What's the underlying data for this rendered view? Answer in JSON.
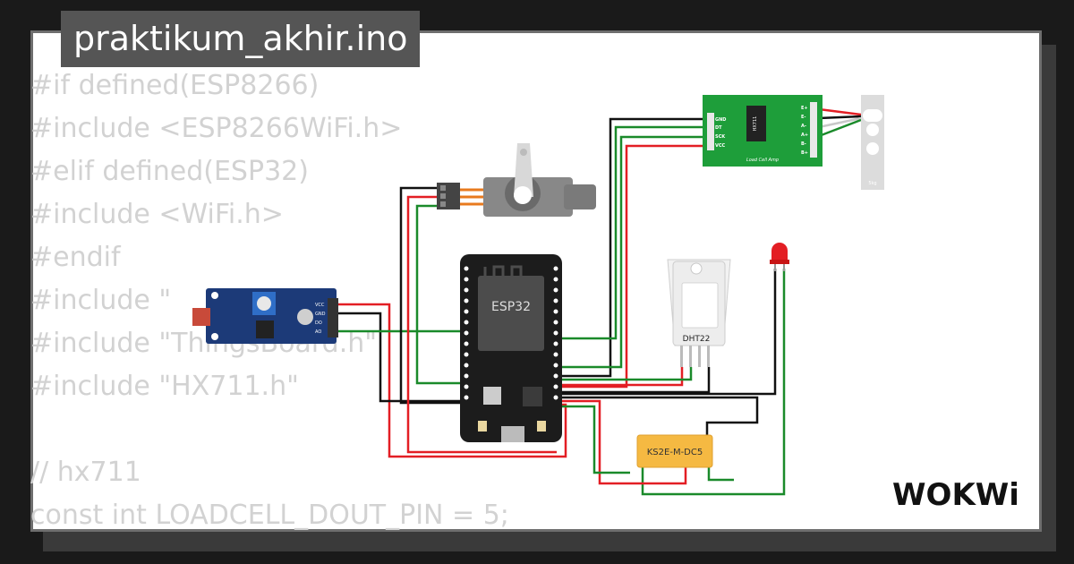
{
  "project": {
    "title": "praktikum_akhir.ino"
  },
  "code_lines": [
    "#if defined(ESP8266)",
    "#include <ESP8266WiFi.h>",
    "#elif defined(ESP32)",
    "#include <WiFi.h>",
    "#endif",
    "#include \"",
    "#include \"ThingsBoard.h\"",
    "#include \"HX711.h\"",
    "",
    "// hx711",
    "const int LOADCELL_DOUT_PIN = 5;"
  ],
  "components": {
    "esp32": {
      "label": "ESP32"
    },
    "hx711": {
      "label": "HX711",
      "sublabel": "Load Cell Amp",
      "pins_left": [
        "GND",
        "DT",
        "SCK",
        "VCC"
      ],
      "pins_right": [
        "E+",
        "E-",
        "A-",
        "A+",
        "B-",
        "B+"
      ]
    },
    "dht22": {
      "label": "DHT22"
    },
    "relay": {
      "label": "KS2E-M-DC5"
    },
    "ldr_module": {
      "pins": [
        "VCC",
        "GND",
        "DO",
        "AO"
      ]
    },
    "load_cell": {
      "label": "5kg"
    }
  },
  "brand": {
    "logo_text": "WOKWi"
  },
  "colors": {
    "wire_red": "#e31e24",
    "wire_black": "#111111",
    "wire_green": "#1a8a2a",
    "pcb_green": "#1e9e3a",
    "esp_board": "#1c1c1c",
    "relay_orange": "#f5b942"
  }
}
